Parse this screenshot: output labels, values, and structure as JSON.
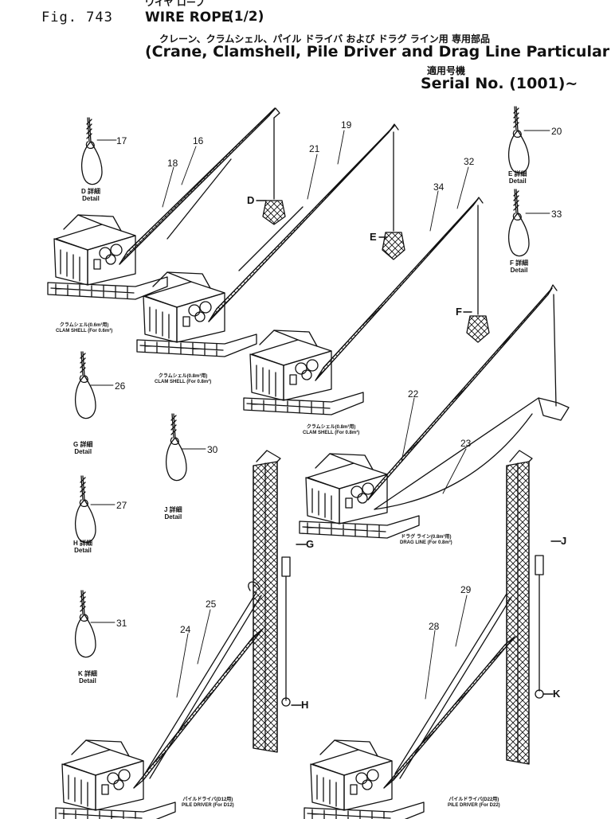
{
  "header": {
    "jp_top": "ワイヤ ロープ",
    "fig_label": "Fig. 743",
    "title": "WIRE ROPE",
    "fraction": "(1/2)",
    "subtitle_jp": "クレーン、クラムシェル、パイル ドライバ および ドラグ ライン用 専用部品",
    "subtitle_en": "(Crane, Clamshell, Pile Driver and Drag Line Particular Parts)",
    "serial_jp": "適用号機",
    "serial_en": "Serial No. (1001)~"
  },
  "details": [
    {
      "id": "D",
      "jp": "D 詳細",
      "en": "Detail",
      "part": "17"
    },
    {
      "id": "E",
      "jp": "E 詳細",
      "en": "Detail",
      "part": "20"
    },
    {
      "id": "F",
      "jp": "F 詳細",
      "en": "Detail",
      "part": "33"
    },
    {
      "id": "G",
      "jp": "G 詳細",
      "en": "Detail",
      "part": "26"
    },
    {
      "id": "J",
      "jp": "J 詳細",
      "en": "Detail",
      "part": "30"
    },
    {
      "id": "H",
      "jp": "H 詳細",
      "en": "Detail",
      "part": "27"
    },
    {
      "id": "K",
      "jp": "K 詳細",
      "en": "Detail",
      "part": "31"
    }
  ],
  "part_numbers": [
    "16",
    "18",
    "19",
    "21",
    "32",
    "34",
    "22",
    "23",
    "25",
    "24",
    "29",
    "28"
  ],
  "view_markers": [
    "D",
    "E",
    "F",
    "G",
    "H",
    "J",
    "K"
  ],
  "machines": [
    {
      "jp": "クラムシェル(0.6m³用)",
      "en": "CLAM SHELL (For 0.6m³)"
    },
    {
      "jp": "クラムシェル(0.8m³用)",
      "en": "CLAM SHELL (For 0.8m³)"
    },
    {
      "jp": "クラムシェル(0.8m³用)",
      "en": "CLAM SHELL (For 0.8m³)"
    },
    {
      "jp": "ドラグ ライン(0.8m³用)",
      "en": "DRAG LINE (For 0.8m³)"
    },
    {
      "jp": "パイルドライバ(D12用)",
      "en": "PILE DRIVER (For D12)"
    },
    {
      "jp": "パイルドライバ(D22用)",
      "en": "PILE DRIVER (For D22)"
    }
  ]
}
